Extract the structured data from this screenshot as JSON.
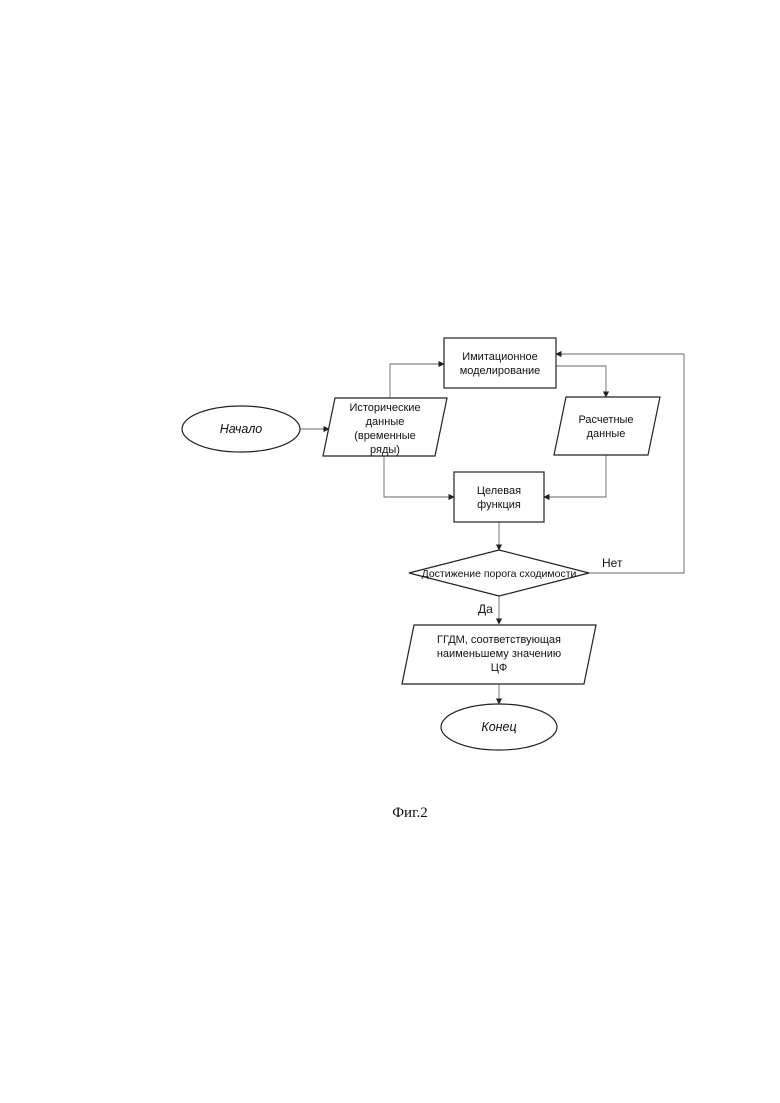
{
  "nodes": {
    "start": "Начало",
    "historical": [
      "Исторические",
      "данные",
      "(временные",
      "ряды)"
    ],
    "simulation": [
      "Имитационное",
      "моделирование"
    ],
    "calculated": [
      "Расчетные",
      "данные"
    ],
    "objective": [
      "Целевая",
      "функция"
    ],
    "decision": "Достижение порога сходимости",
    "result": [
      "ГГДМ, соответствующая",
      "наименьшему значению",
      "ЦФ"
    ],
    "end": "Конец"
  },
  "edges": {
    "no": "Нет",
    "yes": "Да"
  },
  "caption": "Фиг.2"
}
